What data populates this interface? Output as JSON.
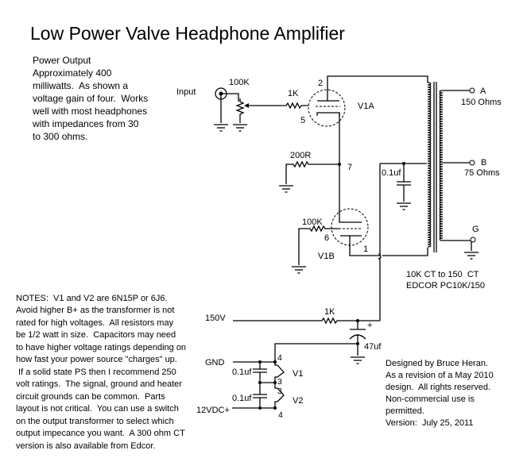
{
  "title": "Low Power Valve Headphone Amplifier",
  "power_output": [
    "Power Output",
    "Approximately 400",
    "milliwatts.  As shown a",
    "voltage gain of four.  Works",
    "well with most headphones",
    "with impedances from 30",
    "to 300 ohms."
  ],
  "labels": {
    "input": "Input",
    "pot": "100K",
    "r_grid1": "1K",
    "pin2": "2",
    "pin5": "5",
    "v1a": "V1A",
    "r_200": "200R",
    "pin7": "7",
    "r_grid2": "100K",
    "pin6": "6",
    "pin1": "1",
    "v1b": "V1B",
    "cap_ct": "0.1uf",
    "a": "A",
    "a_ohms": "150 Ohms",
    "b": "B",
    "b_ohms": "75 Ohms",
    "g": "G",
    "xfmr1": "10K CT to 150  CT",
    "xfmr2": "EDCOR PC10K/150",
    "hv": "150V",
    "r_hv": "1K",
    "plus": "+",
    "cap47": "47uf",
    "gnd": "GND",
    "vdc": "12VDC+",
    "cap_h1": "0.1uf",
    "cap_h2": "0.1uf",
    "h4a": "4",
    "h3a": "3",
    "h3b": "3",
    "h4b": "4",
    "hv1": "V1",
    "hv2": "V2"
  },
  "notes": [
    "NOTES:  V1 and V2 are 6N15P or 6J6.",
    "Avoid higher B+ as the transformer is not",
    "rated for high voltages.  All resistors may",
    "be 1/2 watt in size.  Capacitors may need",
    "to have higher voltage ratings depending on",
    "how fast your power source \"charges\" up.",
    " If a solid state PS then I recommend 250",
    "volt ratings.  The signal, ground and heater",
    "circuit grounds can be common.  Parts",
    "layout is not critical.  You can use a switch",
    "on the output transformer to select which",
    "output impecance you want.  A 300 ohm CT",
    "version is also available from Edcor."
  ],
  "credits": [
    "Designed by Bruce Heran.",
    "As a revision of a May 2010",
    "design.  All rights reserved.",
    "Non-commercial use is",
    "permitted.",
    "Version:  July 25, 2011"
  ]
}
